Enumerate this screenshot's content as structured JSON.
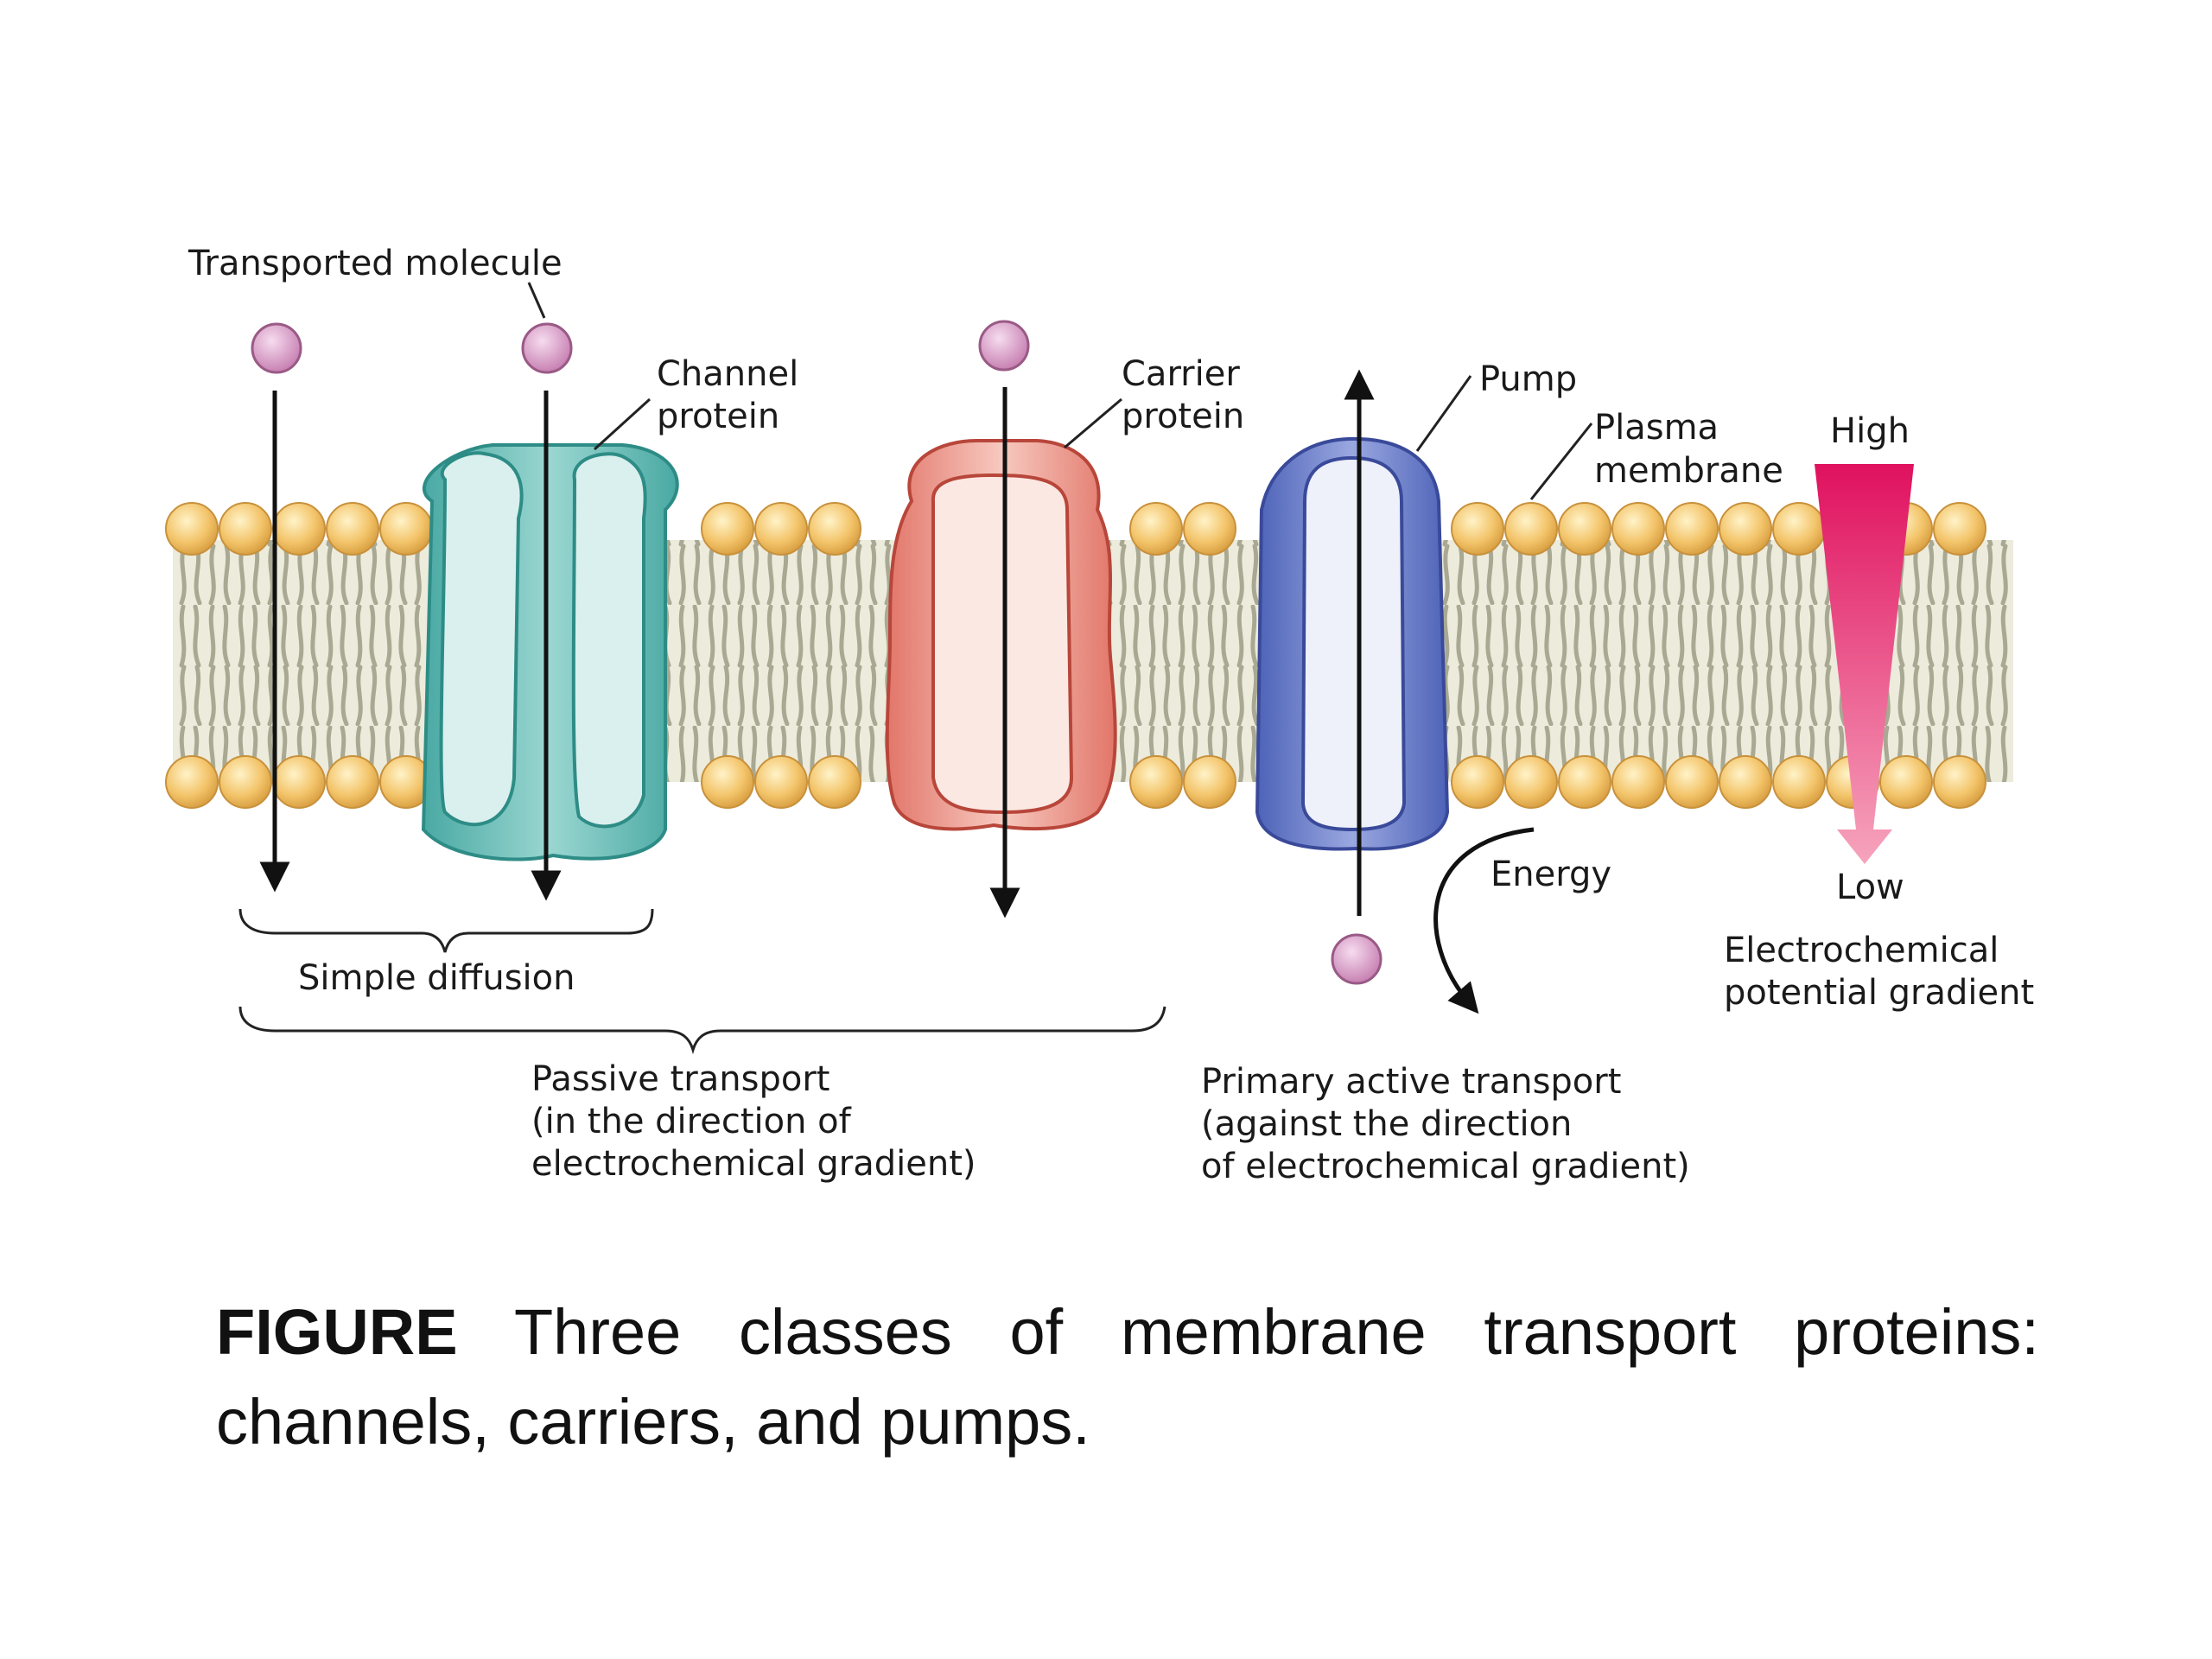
{
  "colors": {
    "background": "#ffffff",
    "lipid_head": "#f3c46a",
    "lipid_tail": "#b8b8a2",
    "membrane_fill": "#ecebdc",
    "channel": "#5cb8b2",
    "carrier": "#e8887a",
    "pump": "#5f74c6",
    "molecule": "#d79bc6",
    "gradient_high": "#e0115f",
    "gradient_low": "#f6a4bd"
  },
  "icons": [
    "transported-molecule-icon",
    "channel-protein-icon",
    "carrier-protein-icon",
    "pump-icon",
    "lipid-bilayer-icon",
    "gradient-arrow-icon"
  ],
  "labels": {
    "transported_molecule": "Transported molecule",
    "channel_protein": [
      "Channel",
      "protein"
    ],
    "carrier_protein": [
      "Carrier",
      "protein"
    ],
    "pump": "Pump",
    "plasma_membrane": [
      "Plasma",
      "membrane"
    ],
    "high": "High",
    "low": "Low",
    "energy": "Energy",
    "gradient": [
      "Electrochemical",
      "potential gradient"
    ],
    "simple_diffusion": "Simple diffusion",
    "passive_transport": [
      "Passive transport",
      "(in the direction of",
      "electrochemical gradient)"
    ],
    "primary_active_transport": [
      "Primary active transport",
      "(against the direction",
      "of electrochemical gradient)"
    ]
  },
  "caption": {
    "bold": "FIGURE",
    "text": "Three classes of membrane transport proteins: channels, carriers, and pumps."
  }
}
